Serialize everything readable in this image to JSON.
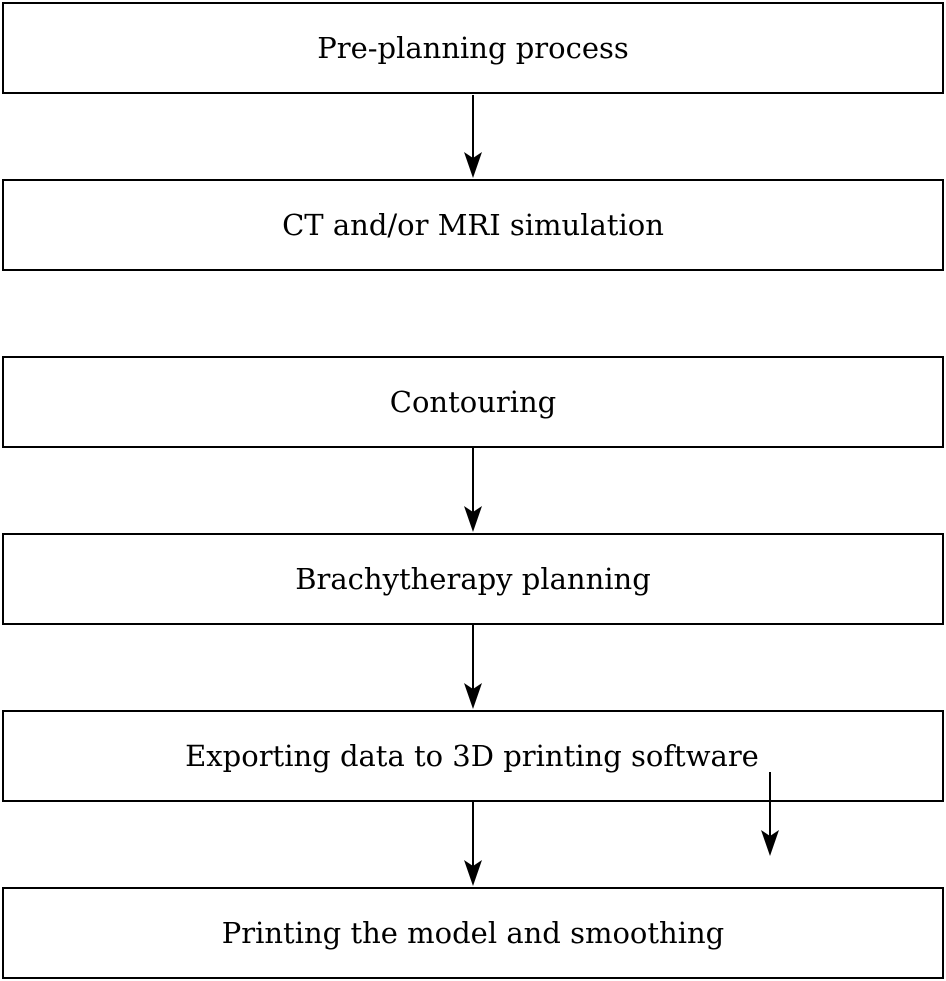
{
  "flowchart": {
    "steps": [
      {
        "label": "Pre-planning process"
      },
      {
        "label": "CT and/or MRI simulation"
      },
      {
        "label": "Contouring"
      },
      {
        "label": "Brachytherapy planning"
      },
      {
        "label": "Exporting data to 3D printing software"
      },
      {
        "label": "Printing the model and smoothing"
      }
    ]
  },
  "colors": {
    "stroke": "#000000",
    "background": "#ffffff"
  }
}
